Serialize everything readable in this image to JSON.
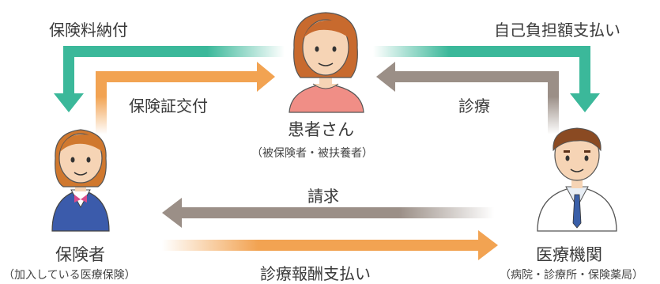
{
  "flows": {
    "premium_payment": "保険料納付",
    "insurance_card": "保険証交付",
    "copayment": "自己負担額支払い",
    "treatment": "診療",
    "claim": "請求",
    "fee_payment": "診療報酬支払い"
  },
  "nodes": {
    "patient": {
      "title": "患者さん",
      "sub": "（被保険者・被扶養者）"
    },
    "insurer": {
      "title": "保険者",
      "sub": "（加入している医療保険）"
    },
    "provider": {
      "title": "医療機関",
      "sub": "（病院・診療所・保険薬局）"
    }
  },
  "colors": {
    "teal": "#3bb89a",
    "orange": "#f2a352",
    "gray": "#9b8f87"
  }
}
